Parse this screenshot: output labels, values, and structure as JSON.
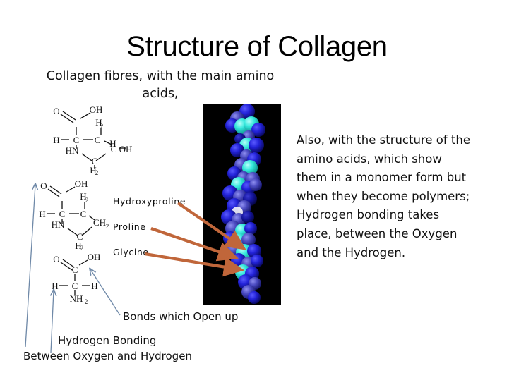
{
  "slide": {
    "title": "Structure of Collagen",
    "subtitle": "Collagen fibres, with the main amino acids,",
    "right_paragraph": "Also, with the structure of the amino acids, which show them in a monomer form but when they become polymers; Hydrogen bonding takes place, between the Oxygen and the Hydrogen.",
    "background_color": "#ffffff",
    "text_color": "#111111"
  },
  "amino_acid_labels": {
    "hydroxyproline": "Hydroxyproline",
    "proline": "Proline",
    "glycine": "Glycine"
  },
  "callouts": {
    "bonds_open": "Bonds which Open up",
    "hydrogen_bonding_line1": "Hydrogen Bonding",
    "hydrogen_bonding_line2": "Between Oxygen and Hydrogen"
  },
  "structures": {
    "hydroxyproline": {
      "name": "hydroxyproline-structure",
      "atoms": [
        "O",
        "OH",
        "H",
        "C",
        "H2",
        "C",
        "H",
        "C",
        "OH",
        "HN",
        "C",
        "H2"
      ]
    },
    "proline": {
      "name": "proline-structure",
      "atoms": [
        "O",
        "OH",
        "H",
        "C",
        "H2",
        "C",
        "CH2",
        "HN",
        "C",
        "H2"
      ]
    },
    "glycine": {
      "name": "glycine-structure",
      "atoms": [
        "O",
        "OH",
        "C",
        "H",
        "C",
        "H",
        "NH2"
      ]
    }
  },
  "helix_image": {
    "name": "collagen-triple-helix-photo",
    "background_color": "#000000",
    "sphere_colors": [
      "#1a1ad0",
      "#2ae8dc",
      "#4040b8",
      "#6a6ad8",
      "#14149c"
    ],
    "description": "Space-filling model of collagen triple helix"
  },
  "colors": {
    "orange_arrow": "#c0663a",
    "blue_arrow": "#6f89a8",
    "title_color": "#000000"
  }
}
